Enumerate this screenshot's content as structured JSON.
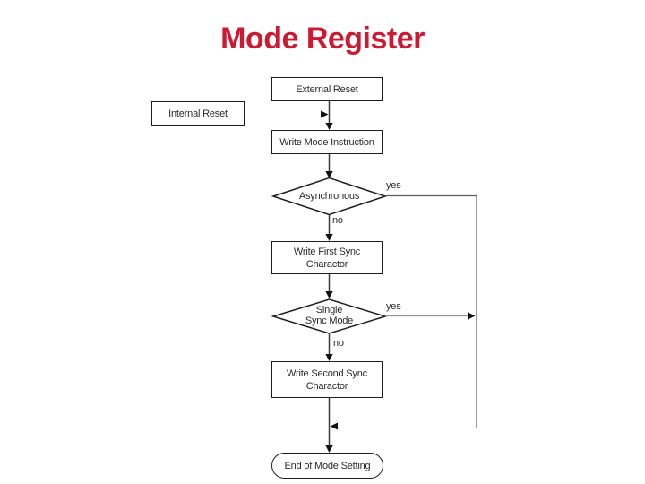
{
  "slide": {
    "title": "Mode Register"
  },
  "colors": {
    "title_red": "#cd1a33",
    "line_dark": "#3c3c3c",
    "return_line_gray": "#5a5a5a",
    "branch_line_gray": "#969696",
    "node_border": "#1f1f1f",
    "text": "#2b2b2b",
    "background": "#ffffff"
  },
  "flowchart": {
    "nodes": {
      "external_reset": {
        "label": "External Reset"
      },
      "internal_reset": {
        "label": "Internal Reset"
      },
      "write_mode_instruction": {
        "label": "Write Mode Instruction"
      },
      "asynchronous_decision": {
        "label": "Asynchronous"
      },
      "write_first_sync": {
        "line1": "Write First Sync",
        "line2": "Charactor"
      },
      "single_sync_mode_decision": {
        "line1": "Single",
        "line2": "Sync Mode"
      },
      "write_second_sync": {
        "line1": "Write Second Sync",
        "line2": "Charactor"
      },
      "end_of_mode_setting": {
        "label": "End of Mode Setting"
      }
    },
    "branch_labels": {
      "asynchronous_yes": "yes",
      "asynchronous_no": "no",
      "single_sync_yes": "yes",
      "single_sync_no": "no"
    }
  }
}
